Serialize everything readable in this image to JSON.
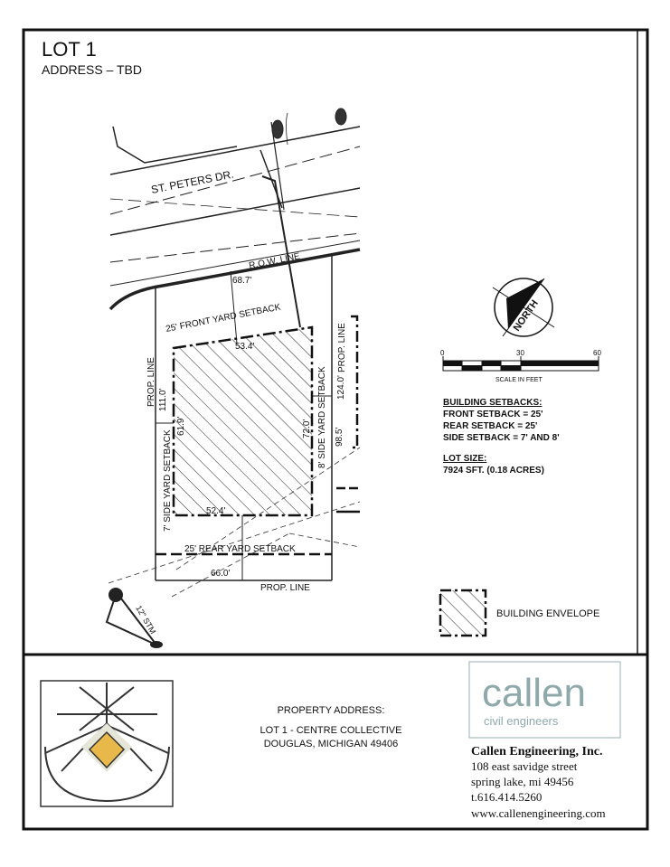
{
  "header": {
    "title": "LOT 1",
    "subtitle": "ADDRESS  –  TBD"
  },
  "plan": {
    "street": "ST. PETERS DR.",
    "row_line": "R.O.W. LINE",
    "front_setback": "25' FRONT YARD SETBACK",
    "rear_setback": "25' REAR YARD SETBACK",
    "left_side_setback": "7' SIDE YARD SETBACK",
    "right_side_setback": "8' SIDE YARD SETBACK",
    "prop_line_left": "PROP.  LINE",
    "prop_line_right": "PROP.  LINE",
    "prop_line_bottom": "PROP.  LINE",
    "dim_front": "68.7'",
    "dim_env_top": "53.4'",
    "dim_env_bottom": "52.4'",
    "dim_env_left": "61.9'",
    "dim_env_right": "72.0'",
    "dim_left_lot": "111.0'",
    "dim_right_lot": "124.0'",
    "dim_right_lower": "98.5'",
    "dim_bottom": "66.0'",
    "storm": "12\" STM"
  },
  "north": {
    "label": "NORTH"
  },
  "scale": {
    "ticks": [
      "0",
      "30",
      "60"
    ],
    "caption": "SCALE IN FEET"
  },
  "setbacks": {
    "heading": "BUILDING SETBACKS:",
    "lines": [
      "FRONT SETBACK = 25'",
      "REAR SETBACK = 25'",
      "SIDE SETBACK = 7' AND 8'"
    ]
  },
  "lot_size": {
    "heading": "LOT SIZE:",
    "value": "7924 SFT. (0.18 ACRES)"
  },
  "legend": {
    "label": "BUILDING ENVELOPE"
  },
  "title_block": {
    "property_heading": "PROPERTY ADDRESS:",
    "property_line1": "LOT 1 - CENTRE COLLECTIVE",
    "property_line2": "DOUGLAS, MICHIGAN 49406",
    "logo_word": "callen",
    "logo_sub": "civil engineers",
    "company": "Callen Engineering, Inc.",
    "address1": "108 east savidge street",
    "address2": "spring lake, mi 49456",
    "phone": "t.616.414.5260",
    "website": "www.callenengineering.com"
  },
  "colors": {
    "ink": "#111111",
    "logo_teal": "#8fa9ab",
    "diamond": "#e8b84a",
    "diamond_light": "#e6e6d8"
  }
}
